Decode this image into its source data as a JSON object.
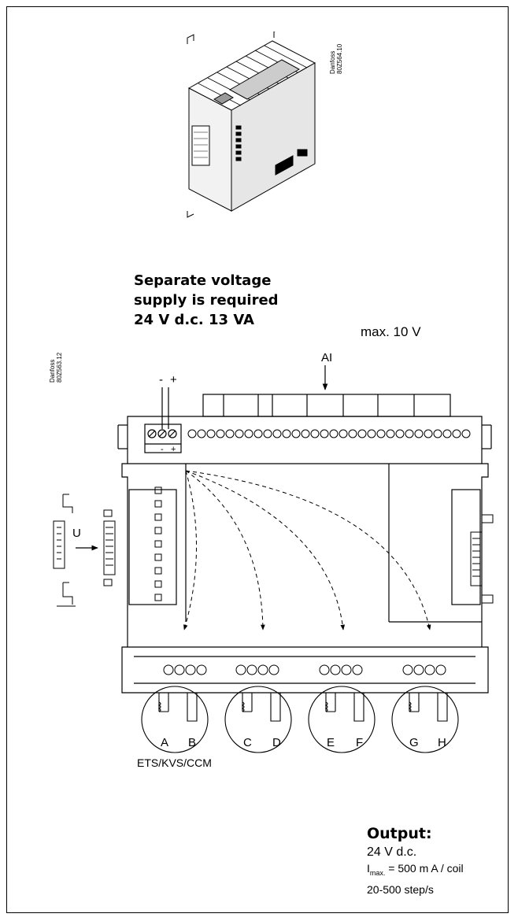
{
  "product_photo": {
    "ref": "Danfoss\n80Z564.10",
    "ref_line1": "Danfoss",
    "ref_line2": "80Z564.10"
  },
  "supply_note": {
    "line1": "Separate voltage",
    "line2": "supply is required",
    "line3": "24 V d.c. 13 VA"
  },
  "max_label": "max. 10 V",
  "wiring_diagram": {
    "ref_line1": "Danfoss",
    "ref_line2": "80Z563.12",
    "minus": "-",
    "plus": "+",
    "ai_label": "AI",
    "u_label": "U",
    "coil_labels": [
      "A",
      "B",
      "C",
      "D",
      "E",
      "F",
      "G",
      "H"
    ],
    "valve_types": "ETS/KVS/CCM"
  },
  "output": {
    "heading": "Output:",
    "voltage": "24 V d.c.",
    "current_symbol": "I",
    "current_sub": "max.",
    "current_value": " = 500 m A / coil",
    "step_rate": "20-500 step/s"
  }
}
